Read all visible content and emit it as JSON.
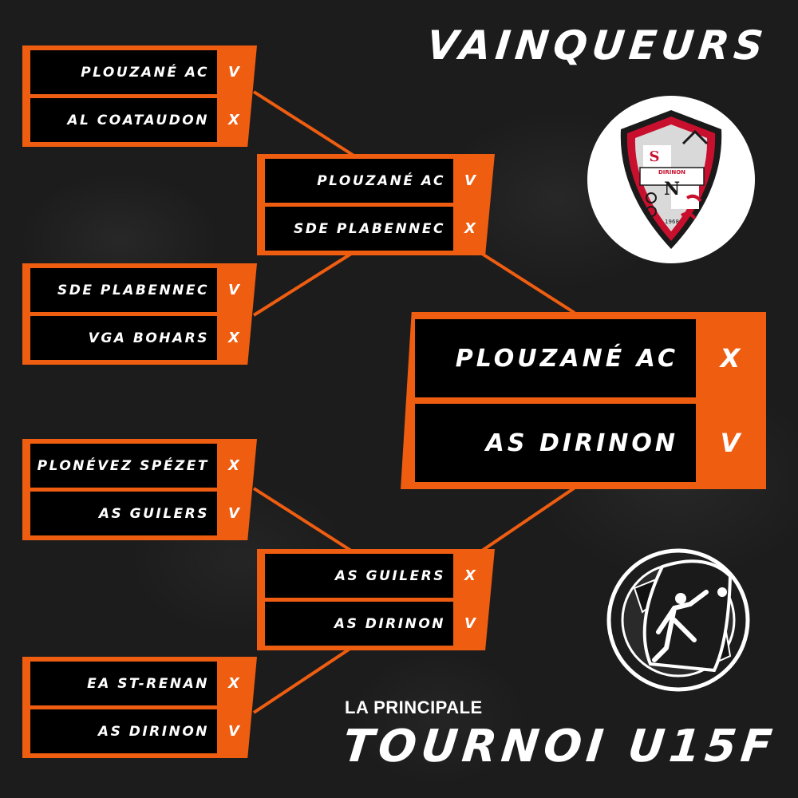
{
  "header": {
    "title": "VAINQUEURS"
  },
  "footer": {
    "subtitle": "LA PRINCIPALE",
    "tournament": "TOURNOI U15F"
  },
  "colors": {
    "accent": "#ef5d11",
    "background": "#1c1c1c",
    "plate": "#000000",
    "text": "#ffffff"
  },
  "crest": {
    "club_name": "DIRINON",
    "letter": "N",
    "year": "1968",
    "top_letters": "S"
  },
  "bracket": {
    "r1_m1": {
      "t1": "PLOUZANÉ AC",
      "r1": "V",
      "t2": "AL COATAUDON",
      "r2": "X"
    },
    "r1_m2": {
      "t1": "SDE PLABENNEC",
      "r1": "V",
      "t2": "VGA BOHARS",
      "r2": "X"
    },
    "r1_m3": {
      "t1": "PLONÉVEZ SPÉZET",
      "r1": "X",
      "t2": "AS GUILERS",
      "r2": "V"
    },
    "r1_m4": {
      "t1": "EA ST-RENAN",
      "r1": "X",
      "t2": "AS DIRINON",
      "r2": "V"
    },
    "semi_1": {
      "t1": "PLOUZANÉ AC",
      "r1": "V",
      "t2": "SDE PLABENNEC",
      "r2": "X"
    },
    "semi_2": {
      "t1": "AS GUILERS",
      "r1": "X",
      "t2": "AS DIRINON",
      "r2": "V"
    },
    "final": {
      "t1": "PLOUZANÉ AC",
      "r1": "X",
      "t2": "AS DIRINON",
      "r2": "V"
    }
  }
}
